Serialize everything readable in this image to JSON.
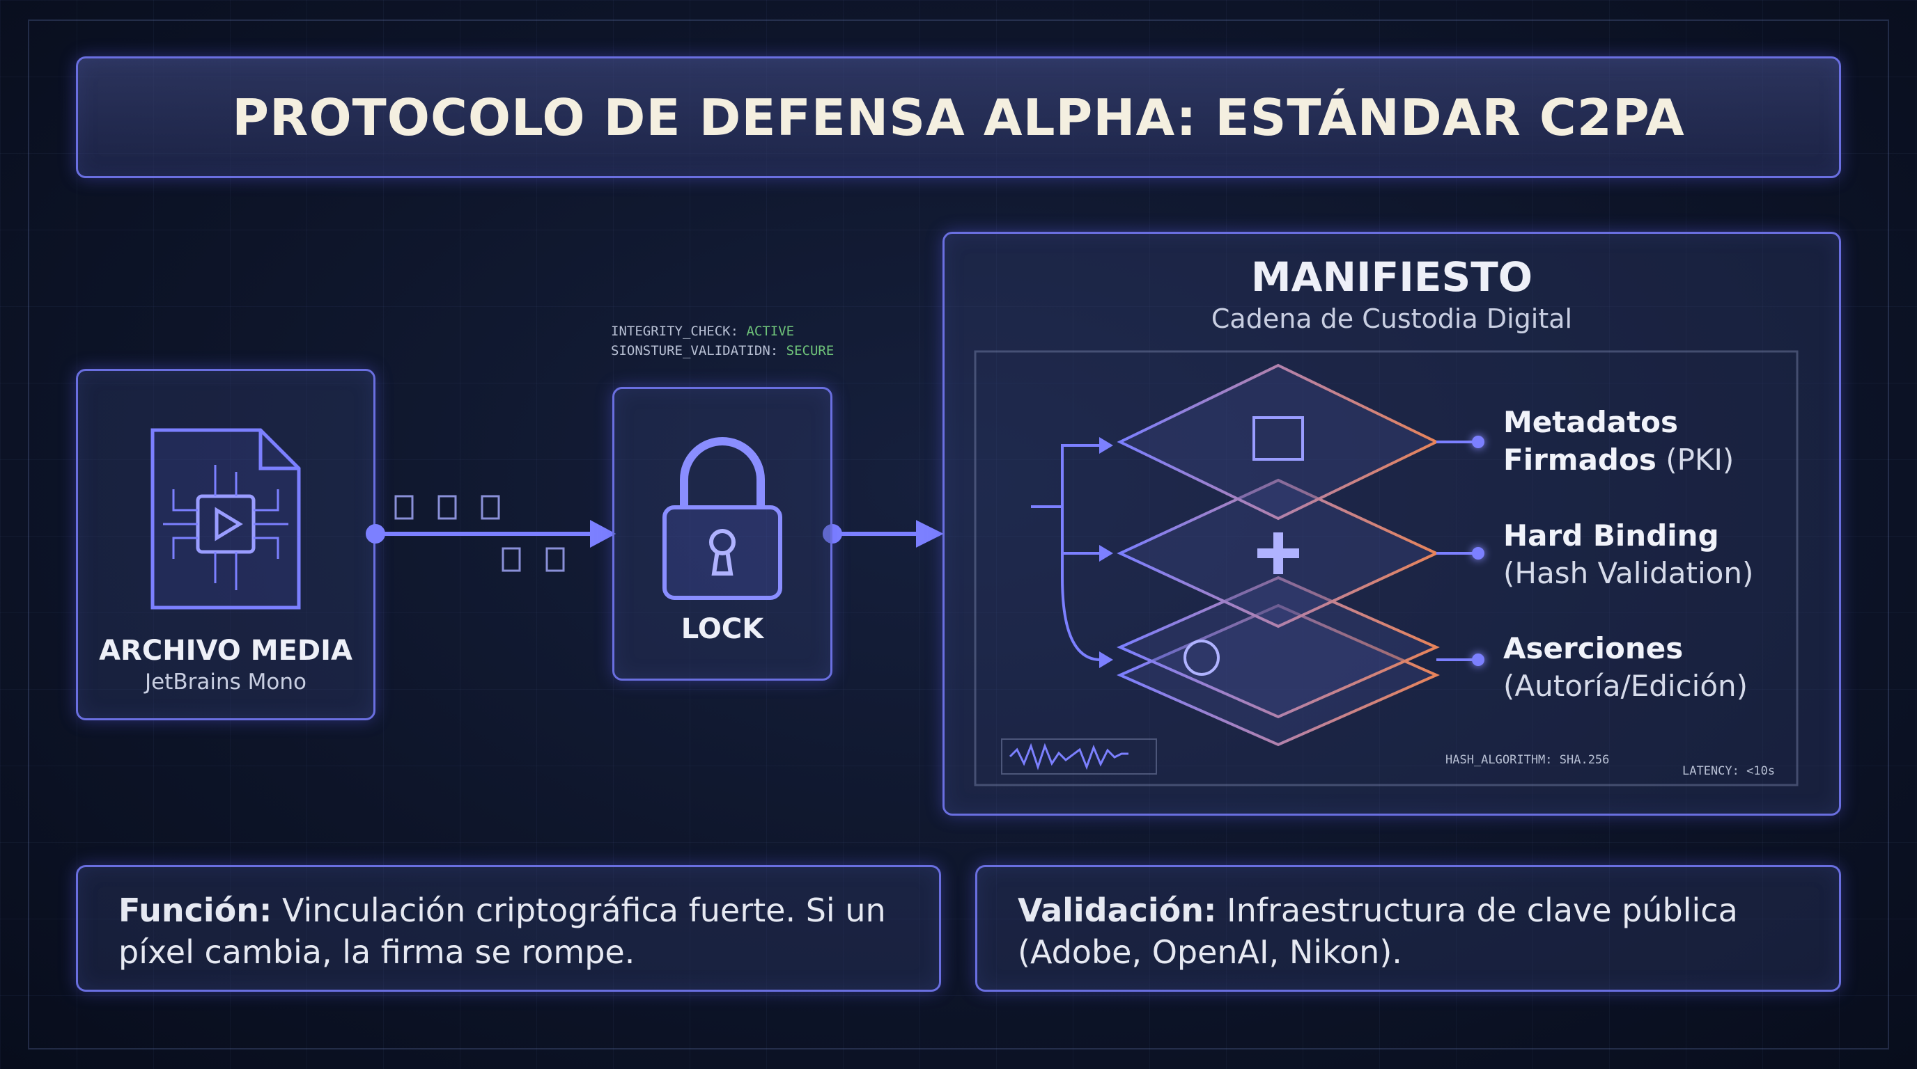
{
  "title": "PROTOCOLO DE DEFENSA ALPHA: ESTÁNDAR C2PA",
  "media": {
    "label": "ARCHIVO MEDIA",
    "sub": "JetBrains Mono",
    "icon": "video-file-icon"
  },
  "lock": {
    "label": "LOCK",
    "icon": "padlock-icon"
  },
  "status": {
    "line1_key": "INTEGRITY_CHECK:",
    "line1_val": "ACTIVE",
    "line2_key": "SIONSTURE_VALIDATIDN:",
    "line2_val": "SECURE"
  },
  "manifest": {
    "title": "MANIFIESTO",
    "subtitle": "Cadena de Custodia Digital",
    "layers": [
      {
        "bold": "Metadatos",
        "bold2": "Firmados",
        "rest": "(PKI)"
      },
      {
        "bold": "Hard Binding",
        "rest": "(Hash Validation)"
      },
      {
        "bold": "Aserciones",
        "rest": "(Autoría/Edición)"
      }
    ],
    "hash": "HASH_ALGORITHM: SHA.256",
    "latency": "LATENCY: <10s"
  },
  "info": [
    {
      "key": "Función:",
      "text": "Vinculación criptográfica fuerte. Si un píxel cambia, la firma se rompe."
    },
    {
      "key": "Validación:",
      "text": "Infraestructura de clave pública (Adobe, OpenAI, Nikon)."
    }
  ],
  "colors": {
    "accent": "#6a6fe0",
    "green": "#6fc47a",
    "orange": "#e8845a"
  }
}
